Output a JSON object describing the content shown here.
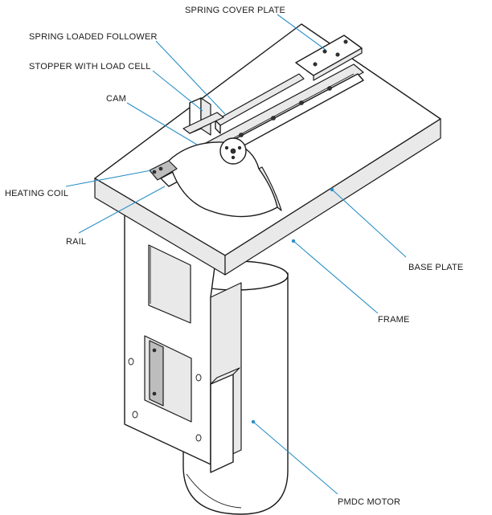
{
  "diagram": {
    "labels": {
      "spring_cover_plate": "SPRING COVER PLATE",
      "spring_loaded_follower": "SPRING LOADED FOLLOWER",
      "stopper_with_load_cell": "STOPPER WITH LOAD CELL",
      "cam": "CAM",
      "heating_coil": "HEATING COIL",
      "rail": "RAIL",
      "base_plate": "BASE PLATE",
      "frame": "FRAME",
      "pmdc_motor": "PMDC MOTOR"
    },
    "colors": {
      "leader_line": "#2a8fc8",
      "outline": "#1a1a1a"
    }
  }
}
